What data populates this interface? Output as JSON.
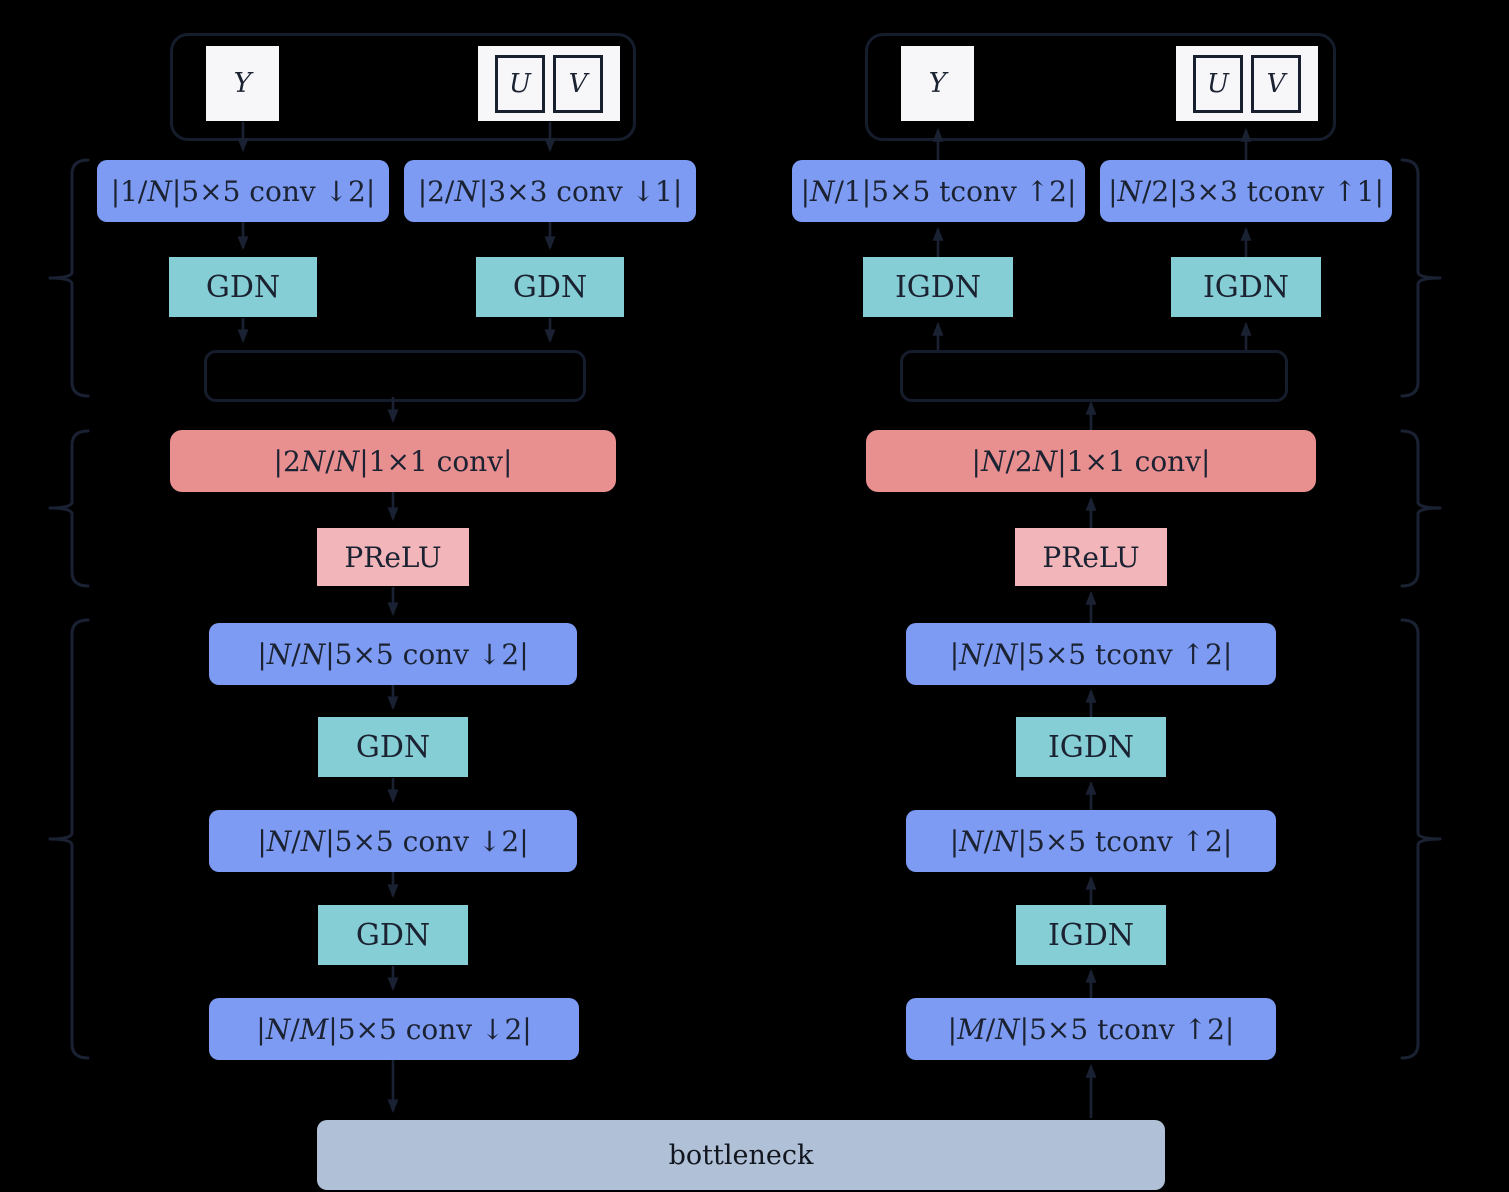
{
  "palette": {
    "background": "#000000",
    "conv_blue": "#7d9bf3",
    "gdn_teal": "#85ced5",
    "fuse_red": "#e88f90",
    "prelu_pink": "#f2b6ba",
    "bottleneck_gray": "#b0c1d7",
    "io_white": "#f7f7fa",
    "line_dark": "#1a2133"
  },
  "encoder": {
    "input": {
      "y": "Y",
      "u": "U",
      "v": "V"
    },
    "conv_y": "|1/N|5×5 conv ↓2|",
    "conv_uv": "|2/N|3×3 conv ↓1|",
    "gdn_y": "GDN",
    "gdn_uv": "GDN",
    "fuse_conv": "|2N/N|1×1 conv|",
    "prelu": "PReLU",
    "conv1": "|N/N|5×5 conv ↓2|",
    "gdn1": "GDN",
    "conv2": "|N/N|5×5 conv ↓2|",
    "gdn2": "GDN",
    "conv_out": "|N/M|5×5 conv ↓2|"
  },
  "decoder": {
    "output": {
      "y": "Y",
      "u": "U",
      "v": "V"
    },
    "tconv_y": "|N/1|5×5 tconv ↑2|",
    "tconv_uv": "|N/2|3×3 tconv ↑1|",
    "igdn_y": "IGDN",
    "igdn_uv": "IGDN",
    "fuse_conv": "|N/2N|1×1 conv|",
    "prelu": "PReLU",
    "tconv1": "|N/N|5×5 tconv ↑2|",
    "igdn1": "IGDN",
    "tconv2": "|N/N|5×5 tconv ↑2|",
    "igdn2": "IGDN",
    "tconv_in": "|M/N|5×5 tconv ↑2|"
  },
  "bottleneck_label": "bottleneck"
}
